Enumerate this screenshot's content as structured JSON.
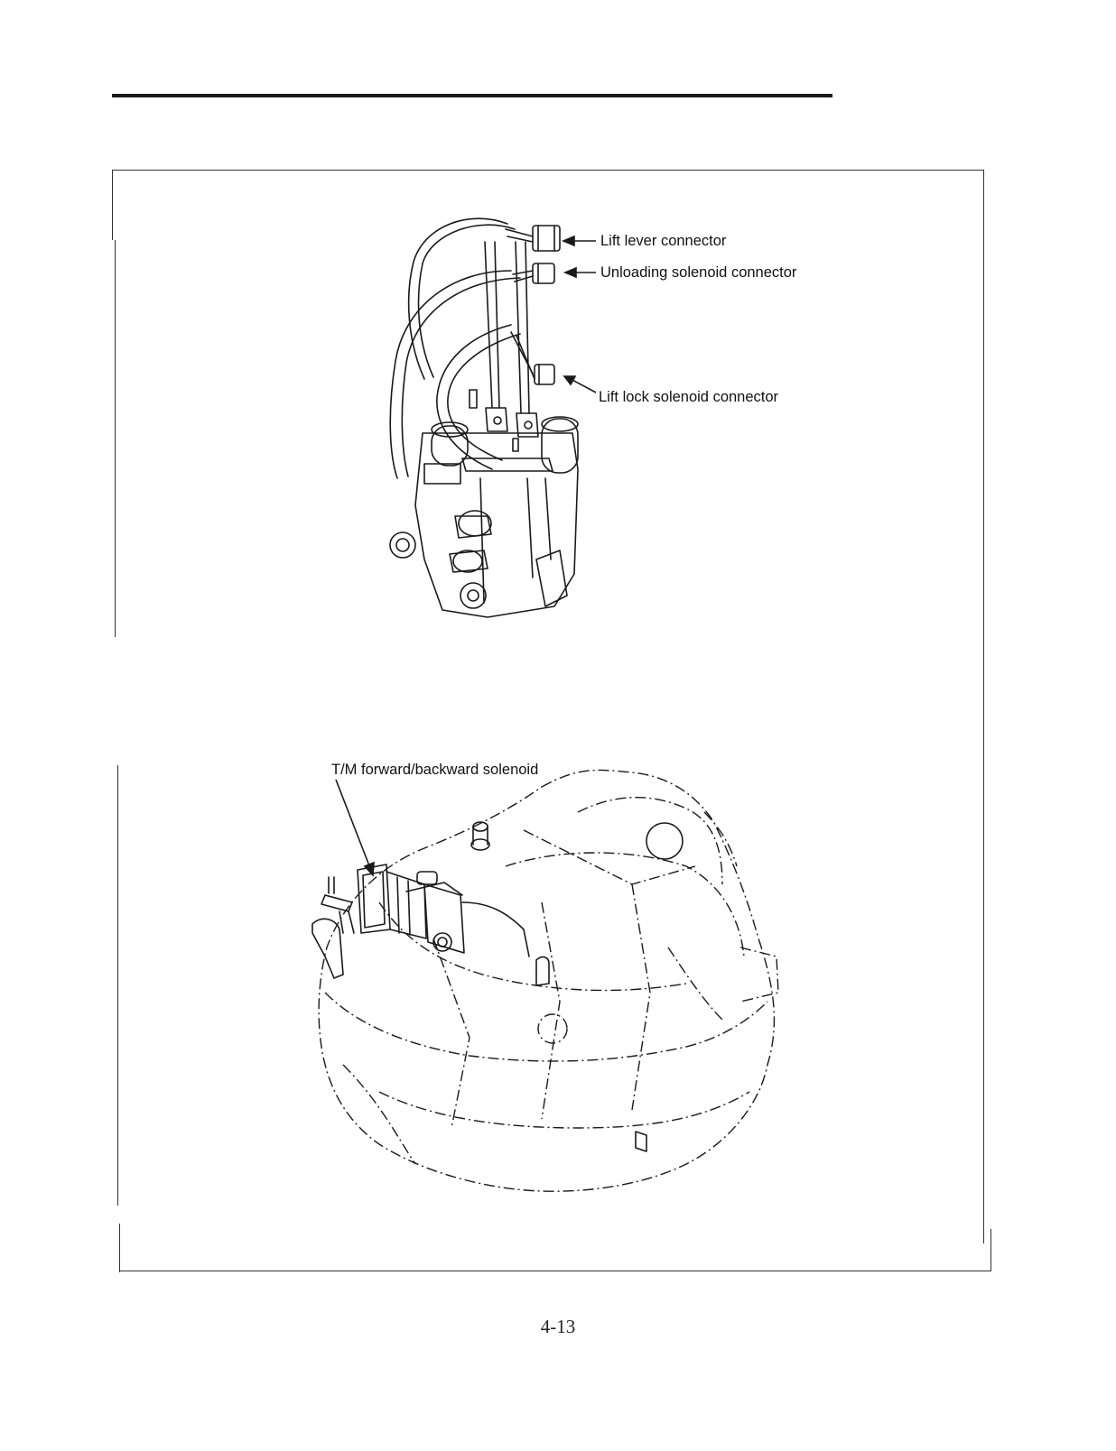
{
  "figure_top": {
    "labels": {
      "lift_lever_connector": "Lift lever connector",
      "unloading_solenoid_connector": "Unloading solenoid connector",
      "lift_lock_solenoid_connector": "Lift lock solenoid connector"
    }
  },
  "figure_bottom": {
    "labels": {
      "tm_solenoid": "T/M forward/backward solenoid"
    }
  },
  "page_number": "4-13"
}
